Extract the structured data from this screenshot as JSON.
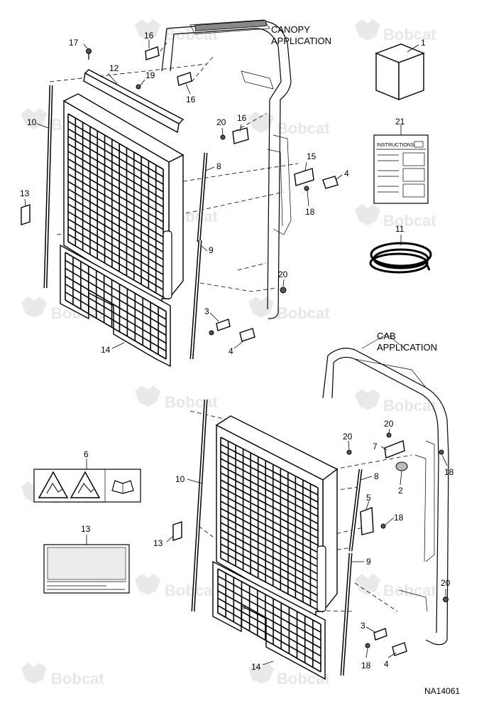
{
  "diagram": {
    "watermark_text": "Bobcat",
    "figure_id": "NA14061",
    "canopy_title_line1": "CANOPY",
    "canopy_title_line2": "APPLICATION",
    "cab_title_line1": "CAB",
    "cab_title_line2": "APPLICATION",
    "instructions_text": "INSTRUCTIONS",
    "callouts": {
      "c1": "1",
      "c21": "21",
      "c11": "11",
      "c17": "17",
      "c16a": "16",
      "c16b": "16",
      "c16c": "16",
      "c12": "12",
      "c19": "19",
      "c10a": "10",
      "c13a": "13",
      "c20a": "20",
      "c15": "15",
      "c4a": "4",
      "c18a": "18",
      "c8a": "8",
      "c9a": "9",
      "c20b": "20",
      "c3a": "3",
      "c4b": "4",
      "c14a": "14",
      "c6": "6",
      "c13b": "13",
      "c20c": "20",
      "c20d": "20",
      "c7": "7",
      "c18b": "18",
      "c2": "2",
      "c10b": "10",
      "c8b": "8",
      "c5": "5",
      "c18c": "18",
      "c13c": "13",
      "c9b": "9",
      "c20e": "20",
      "c3b": "3",
      "c18d": "18",
      "c4c": "4",
      "c14b": "14"
    }
  }
}
